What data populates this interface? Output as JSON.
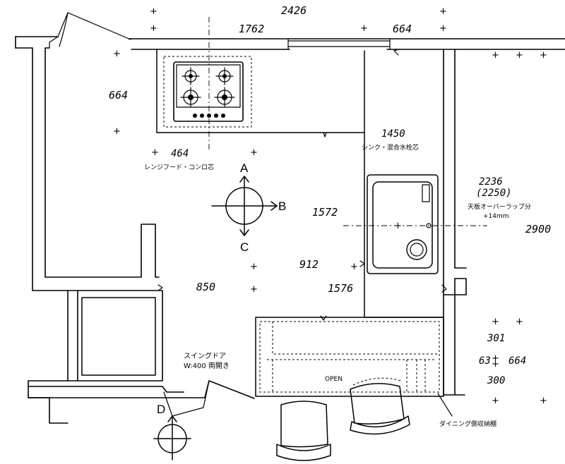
{
  "dimensions": {
    "d2426": "2426",
    "d1762": "1762",
    "d664_top": "664",
    "d664_left": "664",
    "d464": "464",
    "d1450": "1450",
    "d2236": "2236",
    "d2250": "(2250)",
    "d1572": "1572",
    "d2900": "2900",
    "d912": "912",
    "d850": "850",
    "d1576": "1576",
    "d301": "301",
    "d63": "63",
    "d664_right": "664",
    "d300": "300"
  },
  "labels": {
    "range_hood": "レンジフード・コンロ芯",
    "sink_center": "シンク・混合水栓芯",
    "counter_overlap_1": "天板オーバーラップ分",
    "counter_overlap_2": "+14mm",
    "swing_door_1": "スイングドア",
    "swing_door_2": "W:400 両開き",
    "open": "OPEN",
    "dining_storage": "ダイニング側収納棚"
  },
  "view_markers": {
    "a": "A",
    "b": "B",
    "c": "C",
    "d": "D"
  },
  "symbols": {
    "plus": "+"
  },
  "icons": {
    "gas_stove": "gas-stove-icon",
    "sink": "sink-icon",
    "chair": "chair-icon",
    "compass": "view-direction-icon"
  }
}
